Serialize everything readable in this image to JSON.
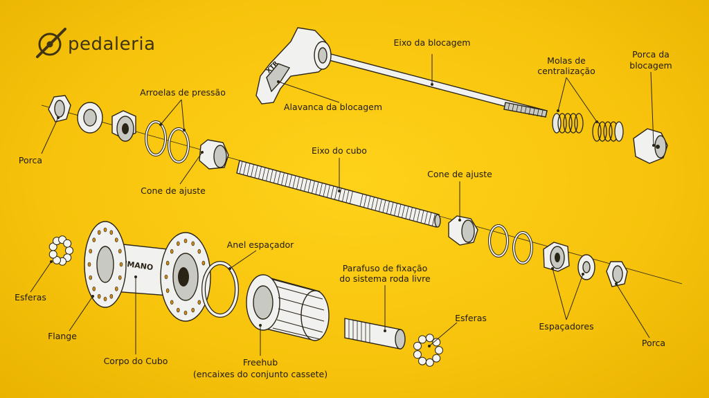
{
  "brand": {
    "name": "pedaleria",
    "logo_icon": "pedal-crank-icon"
  },
  "labels": {
    "eixo_blocagem": "Eixo da blocagem",
    "alavanca_blocagem": "Alavanca da blocagem",
    "molas_1": "Molas de",
    "molas_2": "centralização",
    "porca_blocagem_1": "Porca da",
    "porca_blocagem_2": "blocagem",
    "arroelas": "Arroelas de pressão",
    "porca_left": "Porca",
    "cone_left": "Cone de ajuste",
    "eixo_cubo": "Eixo do cubo",
    "cone_right": "Cone de ajuste",
    "anel": "Anel espaçador",
    "parafuso_1": "Parafuso de fixação",
    "parafuso_2": "do sistema roda livre",
    "esferas_left": "Esferas",
    "flange": "Flange",
    "corpo": "Corpo do Cubo",
    "freehub_1": "Freehub",
    "freehub_2": "(encaixes do conjunto cassete)",
    "esferas_right": "Esferas",
    "espacadores": "Espaçadores",
    "porca_right": "Porca"
  },
  "part_marks": {
    "hub_brand": "SHIMANO",
    "lever_mark": "XTR"
  }
}
